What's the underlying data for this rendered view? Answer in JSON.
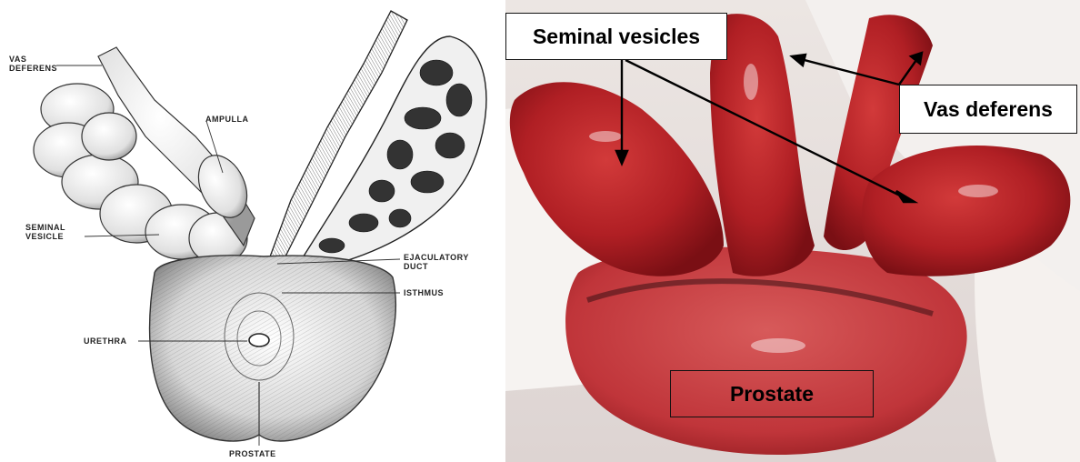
{
  "left_illustration": {
    "labels": {
      "vas_deferens": "VAS\nDEFERENS",
      "ampulla": "AMPULLA",
      "seminal_vesicle": "SEMINAL\nVESICLE",
      "ejaculatory_duct": "EJACULATORY\nDUCT",
      "isthmus": "ISTHMUS",
      "urethra": "URETHRA",
      "prostate": "PROSTATE"
    }
  },
  "right_photo": {
    "labels": {
      "seminal_vesicles": "Seminal vesicles",
      "vas_deferens": "Vas deferens",
      "prostate": "Prostate"
    }
  },
  "colors": {
    "tissue_red": "#a8191f",
    "tissue_dark": "#7a0f14",
    "gauze": "#f4f1ee",
    "ink": "#333333"
  }
}
